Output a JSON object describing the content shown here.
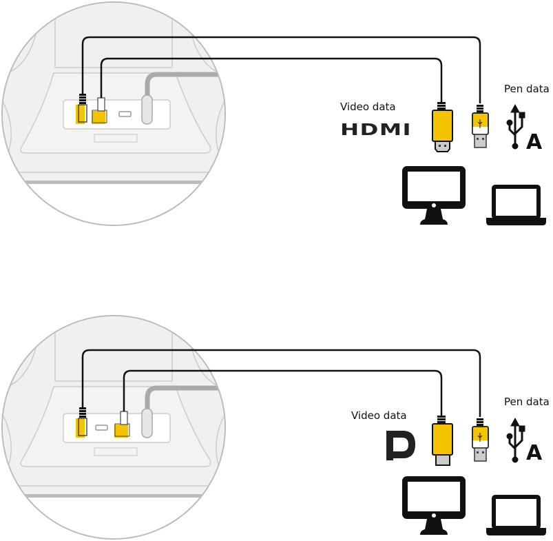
{
  "panels": [
    {
      "id": "hdmi",
      "video_label": "Video data",
      "pen_label": "Pen data",
      "video_logo": "HDMI",
      "video_port_type": "hdmi",
      "usb_letter": "A"
    },
    {
      "id": "displayport",
      "video_label": "Video data",
      "pen_label": "Pen data",
      "video_logo": "DP",
      "video_port_type": "displayport",
      "usb_letter": "A"
    }
  ],
  "colors": {
    "accent": "#f5c400",
    "cable": "#111111",
    "device_gray": "#f0f0f0",
    "outline": "#bbbbbb"
  }
}
